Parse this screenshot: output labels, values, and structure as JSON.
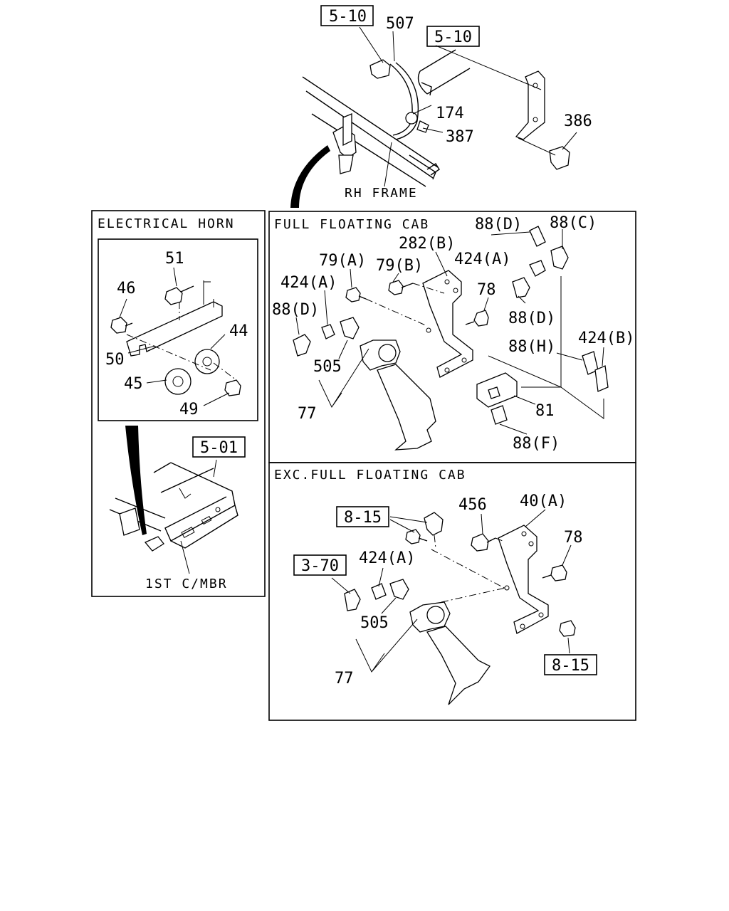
{
  "top": {
    "refs": [
      "5-10",
      "5-10"
    ],
    "labels": [
      "507",
      "174",
      "387",
      "386"
    ],
    "frame_label": "RH FRAME"
  },
  "electrical_horn": {
    "title": "ELECTRICAL HORN",
    "labels": [
      "51",
      "46",
      "44",
      "50",
      "45",
      "49"
    ],
    "ref": "5-01",
    "member_label": "1ST C/MBR"
  },
  "full_floating": {
    "title": "FULL FLOATING CAB",
    "labels": [
      "88(D)",
      "88(C)",
      "282(B)",
      "79(A)",
      "79(B)",
      "424(A)",
      "424(A)",
      "78",
      "88(D)",
      "88(D)",
      "88(H)",
      "424(B)",
      "505",
      "81",
      "77",
      "88(F)"
    ]
  },
  "exc_full_floating": {
    "title": "EXC.FULL FLOATING CAB",
    "refs": [
      "8-15",
      "3-70",
      "8-15"
    ],
    "labels": [
      "456",
      "40(A)",
      "78",
      "424(A)",
      "505",
      "77"
    ]
  }
}
